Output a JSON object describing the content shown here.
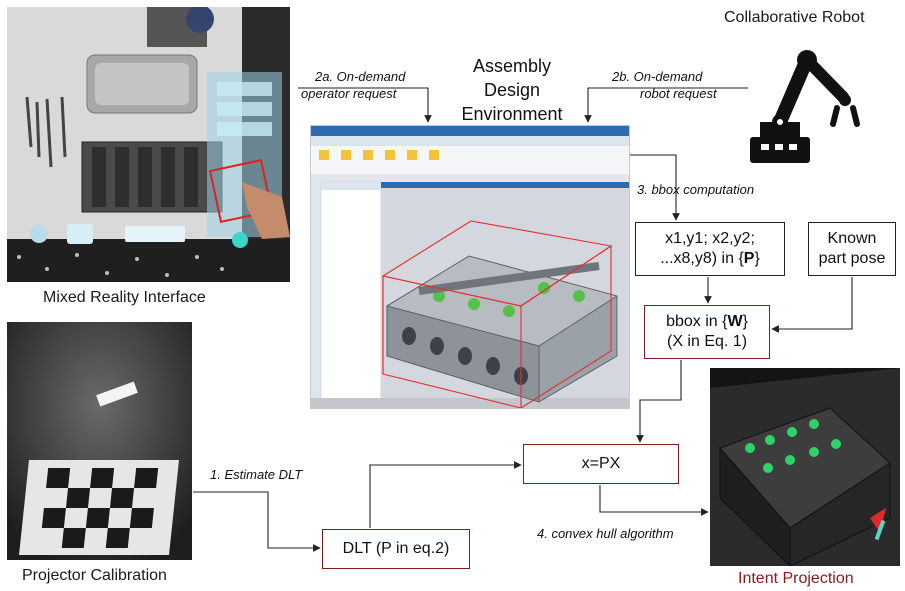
{
  "colors": {
    "box_border": "#7a1f1f",
    "arrow": "#222222",
    "caption_red": "#8b1a1a",
    "nx_blue": "#2c6bb0",
    "bbox_red": "#e03030"
  },
  "captions": {
    "mixed_reality": "Mixed Reality Interface",
    "projector_calibration": "Projector Calibration",
    "intent_projection": "Intent Projection",
    "collaborative_robot": "Collaborative Robot",
    "assembly_line1": "Assembly",
    "assembly_line2": "Design",
    "assembly_line3": "Environment"
  },
  "labels": {
    "operator_req_line1": "2a. On-demand",
    "operator_req_line2": "operator request",
    "robot_req_line1": "2b. On-demand",
    "robot_req_line2": "robot request",
    "bbox_computation": "3. bbox computation",
    "estimate_dlt": "1. Estimate DLT",
    "convex_hull": "4. convex hull algorithm"
  },
  "boxes": {
    "coords_line1": "x1,y1; x2,y2;",
    "coords_line2_pre": "...x8,y8) in {",
    "coords_line2_bold": "P",
    "coords_line2_post": "}",
    "known_line1": "Known",
    "known_line2": "part pose",
    "bbox_w_pre": "bbox in {",
    "bbox_w_bold": "W",
    "bbox_w_post": "}",
    "bbox_w_line2": "(X in Eq. 1)",
    "xpx": "x=PX",
    "dlt": "DLT (P in eq.2)"
  },
  "icons": {
    "robot": "robot-arm-icon",
    "mr_photo": "mixed-reality-photo",
    "projector_photo": "projector-calibration-photo",
    "intent_photo": "intent-projection-photo",
    "cad_screenshot": "cad-software-screenshot"
  }
}
